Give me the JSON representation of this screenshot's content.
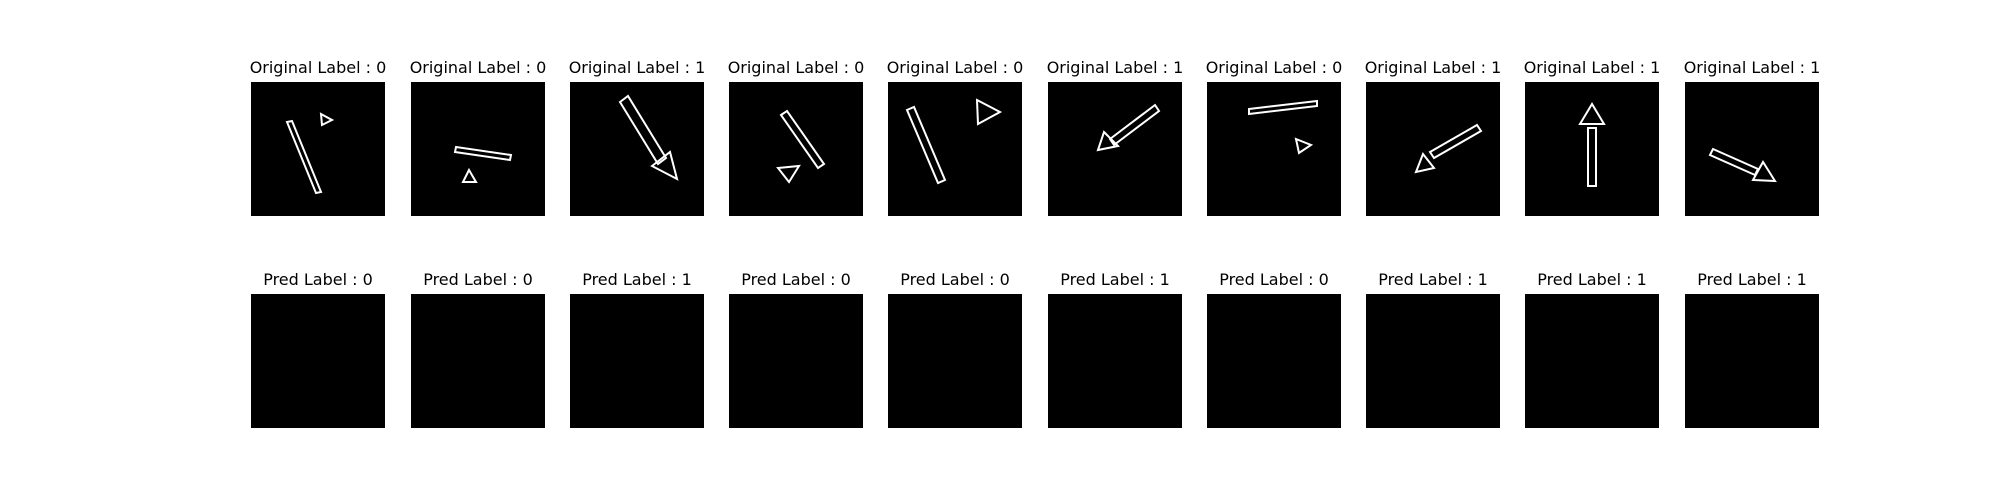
{
  "original_row": {
    "titles": [
      "Original Label : 0",
      "Original Label : 0",
      "Original Label : 1",
      "Original Label : 0",
      "Original Label : 0",
      "Original Label : 1",
      "Original Label : 0",
      "Original Label : 1",
      "Original Label : 1",
      "Original Label : 1"
    ]
  },
  "pred_row": {
    "titles": [
      "Pred Label : 0",
      "Pred Label : 0",
      "Pred Label : 1",
      "Pred Label : 0",
      "Pred Label : 0",
      "Pred Label : 1",
      "Pred Label : 0",
      "Pred Label : 1",
      "Pred Label : 1",
      "Pred Label : 1"
    ]
  },
  "colors": {
    "image_background": "#000000",
    "shape_stroke": "#ffffff",
    "text": "#000000"
  }
}
